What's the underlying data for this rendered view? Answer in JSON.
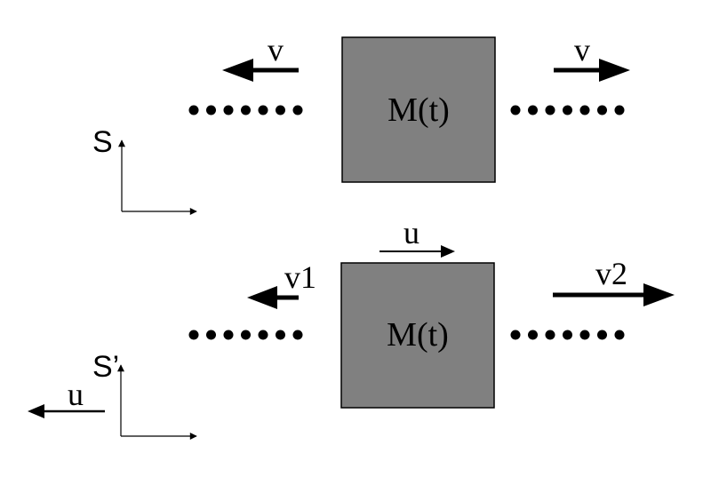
{
  "top": {
    "frame_label": "S",
    "mass_label": "M(t)",
    "left_velocity_label": "v",
    "right_velocity_label": "v"
  },
  "bottom": {
    "frame_label": "S’",
    "mass_label": "M(t)",
    "mass_velocity_label": "u",
    "left_velocity_label": "v1",
    "right_velocity_label": "v2",
    "frame_velocity_label": "u"
  },
  "colors": {
    "block_fill": "#808080",
    "ink": "#000000",
    "background": "#ffffff"
  },
  "dots_per_side": 7
}
